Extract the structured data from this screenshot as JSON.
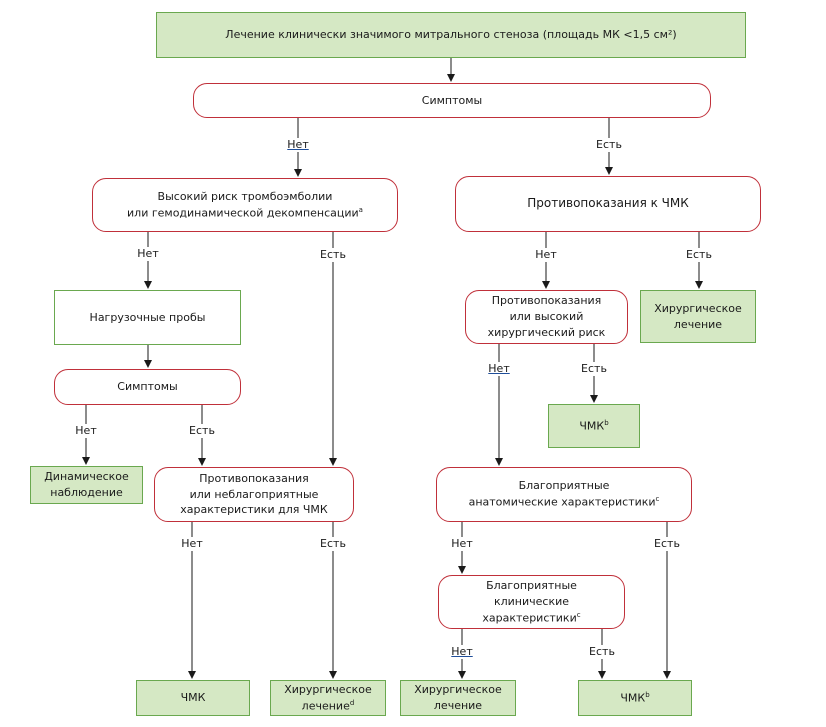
{
  "nodes": {
    "root": "Лечение клинически значимого митрального стеноза (площадь МК <1,5 см²)",
    "symptoms_main": "Симптомы",
    "high_risk": "Высокий риск тромбоэмболии\nили гемодинамической декомпенсации",
    "high_risk_note": "a",
    "contra_chmk": "Противопоказания к ЧМК",
    "stress_tests": "Нагрузочные пробы",
    "symptoms_2": "Симптомы",
    "contra_surgical": "Противопоказания\nили высокий\nхирургический риск",
    "surgery_1": "Хирургическое\nлечение",
    "dynamic_obs": "Динамическое\nнаблюдение",
    "contra_unfav": "Противопоказания\nили неблагоприятные\nхарактеристики для ЧМК",
    "chmk_1": "ЧМК",
    "chmk_1_note": "b",
    "fav_anatomy": "Благоприятные\nанатомические характеристики",
    "fav_anatomy_note": "c",
    "fav_clinical": "Благоприятные\nклинические\nхарактеристики",
    "fav_clinical_note": "c",
    "chmk_2": "ЧМК",
    "surgery_2": "Хирургическое\nлечение",
    "surgery_2_note": "d",
    "surgery_3": "Хирургическое\nлечение",
    "chmk_3": "ЧМК",
    "chmk_3_note": "b"
  },
  "labels": {
    "no": "Нет",
    "yes": "Есть"
  },
  "colors": {
    "terminal_fill": "#d5e8c4",
    "terminal_border": "#6aa84f",
    "decision_border": "#c0303a",
    "link_underline": "#1f4e9a"
  }
}
